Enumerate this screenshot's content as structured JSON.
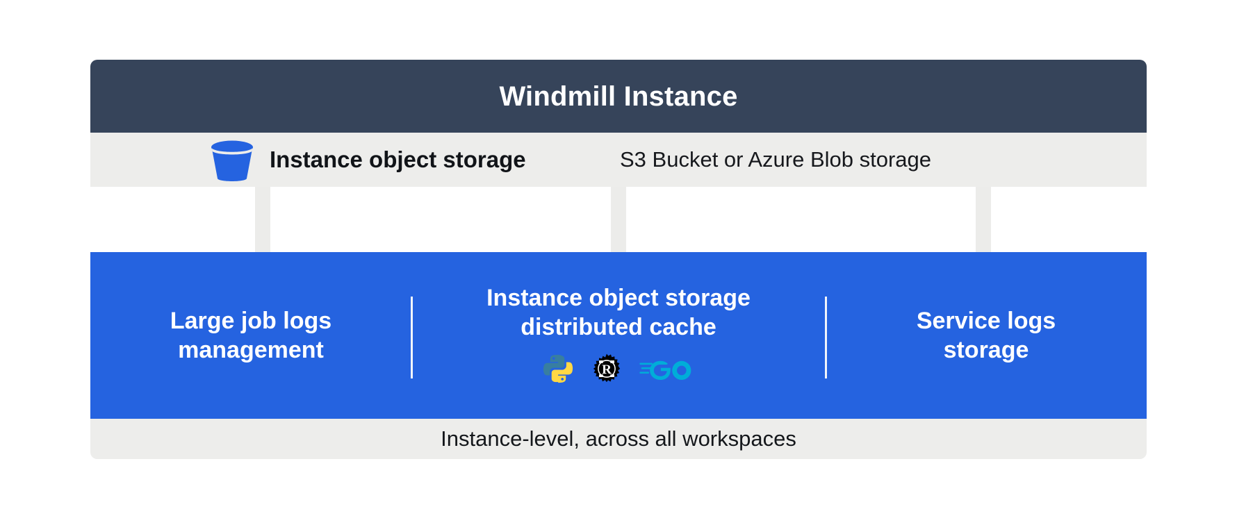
{
  "diagram": {
    "title": "Windmill Instance",
    "header_color": "#36445a",
    "panel_color": "#2563e0",
    "band_color": "#ededeb",
    "storage": {
      "icon": "bucket-icon",
      "icon_color": "#2563e0",
      "label": "Instance object storage",
      "sublabel": "S3 Bucket or Azure Blob storage"
    },
    "connectors": [
      {
        "name": "arrow-to-large-job-logs"
      },
      {
        "name": "arrow-to-distributed-cache"
      },
      {
        "name": "arrow-to-service-logs"
      }
    ],
    "columns": [
      {
        "id": "large-job-logs-management",
        "title": "Large job logs\nmanagement",
        "languages": []
      },
      {
        "id": "instance-object-storage-distributed-cache",
        "title": "Instance object storage\ndistributed cache",
        "languages": [
          {
            "name": "python-logo",
            "label": "Python",
            "colors": [
              "#387EA0",
              "#FFD845"
            ]
          },
          {
            "name": "rust-logo",
            "label": "Rust",
            "colors": [
              "#000000"
            ]
          },
          {
            "name": "go-logo",
            "label": "Go",
            "colors": [
              "#00ADD8"
            ]
          }
        ]
      },
      {
        "id": "service-logs-storage",
        "title": "Service logs\nstorage",
        "languages": []
      }
    ],
    "footer": "Instance-level, across all workspaces"
  }
}
